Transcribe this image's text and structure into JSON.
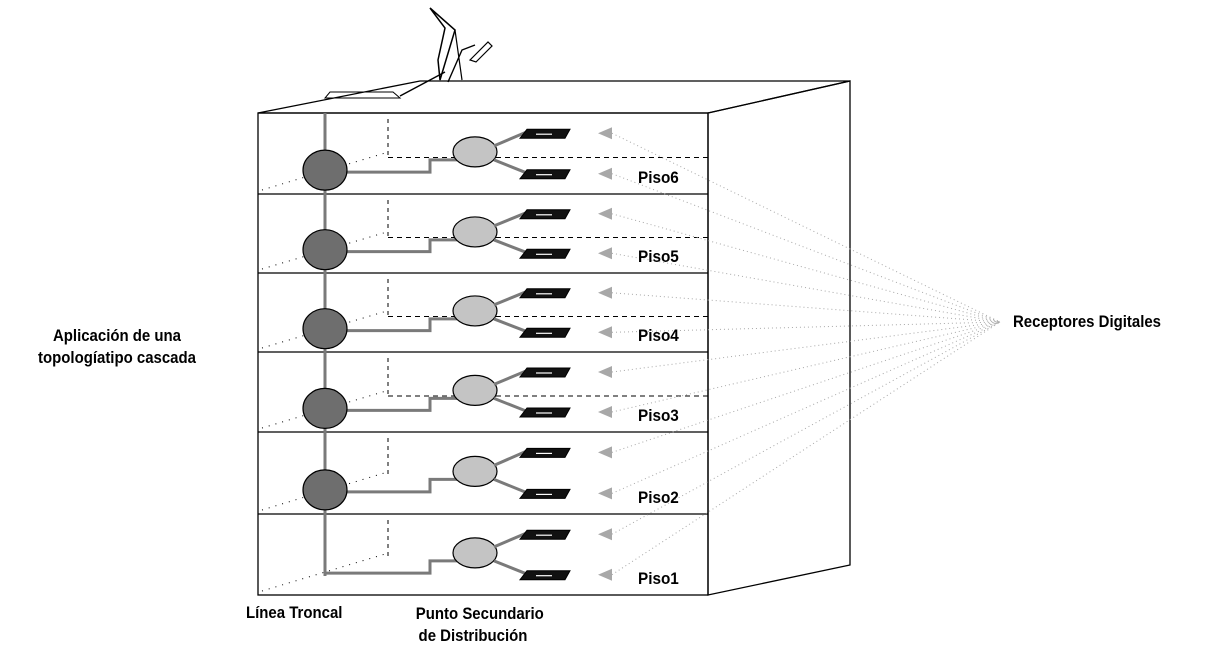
{
  "labels": {
    "title_line1": "Aplicación de una",
    "title_line2": "topologíatipo cascada",
    "receptores": "Receptores Digitales",
    "linea_troncal": "Línea Troncal",
    "punto_line1": "Punto Secundario",
    "punto_line2": "de Distribución"
  },
  "floors": [
    {
      "label": "Piso6"
    },
    {
      "label": "Piso5"
    },
    {
      "label": "Piso4"
    },
    {
      "label": "Piso3"
    },
    {
      "label": "Piso2"
    },
    {
      "label": "Piso1"
    }
  ],
  "colors": {
    "trunk_node": "#6e6e6e",
    "secondary_node": "#c4c4c4",
    "cable": "#7a7a7a",
    "receiver": "#111111",
    "arrow": "#a8a8a8",
    "outline": "#000000"
  }
}
